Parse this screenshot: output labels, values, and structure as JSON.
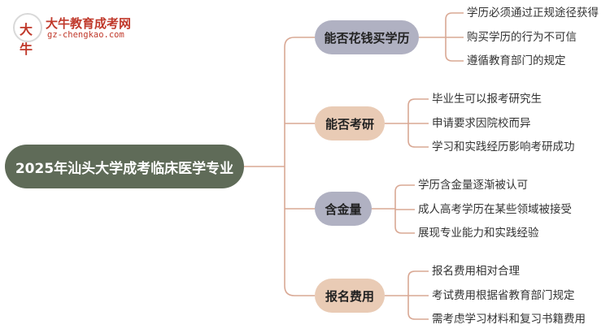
{
  "logo": {
    "name": "大牛教育成考网",
    "url": "gz-chengkao.com",
    "mark_glyph": "大牛"
  },
  "mindmap": {
    "root": "2025年汕头大学成考临床医学专业",
    "branches": [
      {
        "label": "能否花钱买学历",
        "items": [
          "学历必须通过正规途径获得",
          "购买学历的行为不可信",
          "遵循教育部门的规定"
        ]
      },
      {
        "label": "能否考研",
        "items": [
          "毕业生可以报考研究生",
          "申请要求因院校而异",
          "学习和实践经历影响考研成功"
        ]
      },
      {
        "label": "含金量",
        "items": [
          "学历含金量逐渐被认可",
          "成人高考学历在某些领域被接受",
          "展现专业能力和实践经验"
        ]
      },
      {
        "label": "报名费用",
        "items": [
          "报名费用相对合理",
          "考试费用根据省教育部门规定",
          "需考虑学习材料和复习书籍费用"
        ]
      }
    ]
  },
  "colors": {
    "root_bg": "#5f6b58",
    "branch_purple": "#b0b1c2",
    "branch_peach": "#e9cbb5",
    "connector": "#d9a894",
    "brand_red": "#c0392b"
  }
}
